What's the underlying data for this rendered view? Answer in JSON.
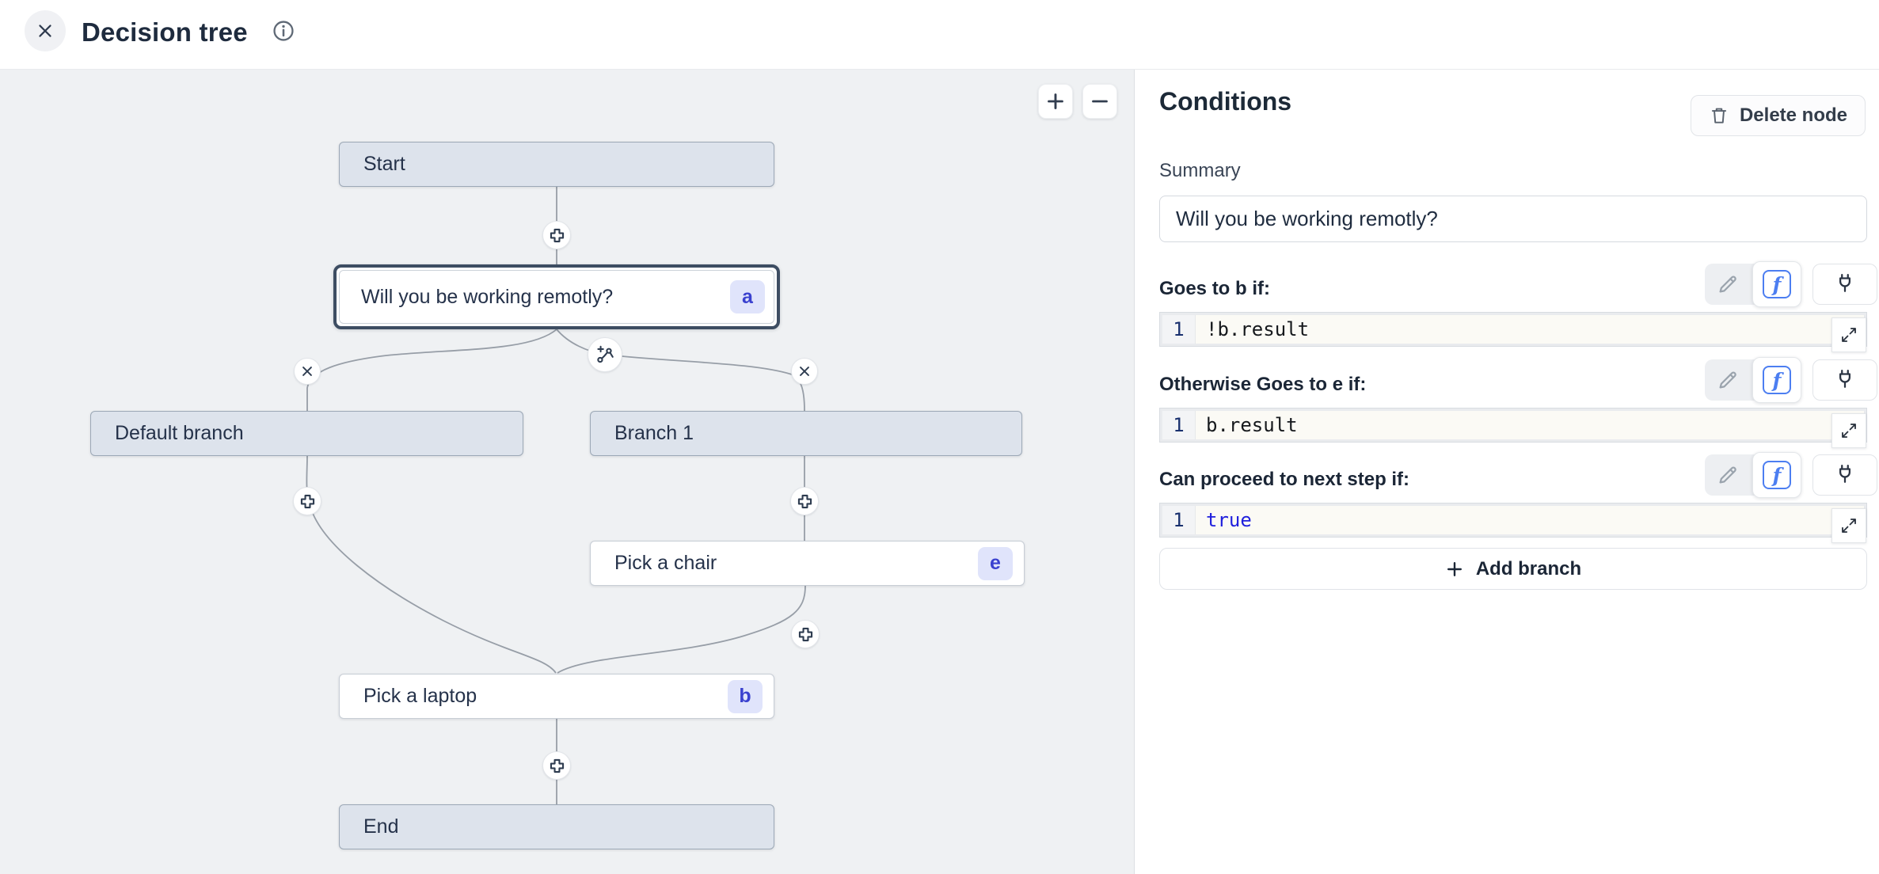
{
  "header": {
    "title": "Decision tree",
    "icons": {
      "close": "x-circle",
      "info": "info-circle"
    }
  },
  "canvas": {
    "zoom_in": "+",
    "zoom_out": "−",
    "nodes": [
      {
        "id": "start",
        "label": "Start",
        "badge": "",
        "style": "muted"
      },
      {
        "id": "question",
        "label": "Will you be working remotly?",
        "badge": "a",
        "style": "selected"
      },
      {
        "id": "default-branch",
        "label": "Default branch",
        "badge": "",
        "style": "muted"
      },
      {
        "id": "branch-1",
        "label": "Branch 1",
        "badge": "",
        "style": "muted"
      },
      {
        "id": "pick-chair",
        "label": "Pick a chair",
        "badge": "e",
        "style": "white"
      },
      {
        "id": "pick-laptop",
        "label": "Pick a laptop",
        "badge": "b",
        "style": "white"
      },
      {
        "id": "end",
        "label": "End",
        "badge": "",
        "style": "muted"
      }
    ],
    "connector_icons": {
      "add_node": "plus-circle",
      "delete_branch": "x-circle",
      "add_branch_split": "branch-plus-circle"
    }
  },
  "panel": {
    "title": "Conditions",
    "delete_button_label": "Delete node",
    "summary_label": "Summary",
    "summary_value": "Will you be working remotly?",
    "conditions": [
      {
        "label": "Goes to b if:",
        "line_number": "1",
        "code": "!b.result",
        "keyword": false
      },
      {
        "label": "Otherwise Goes to e if:",
        "line_number": "1",
        "code": "b.result",
        "keyword": false
      },
      {
        "label": "Can proceed to next step if:",
        "line_number": "1",
        "code": "true",
        "keyword": true
      }
    ],
    "condition_toolbar_icons": {
      "edit": "pencil",
      "function": "fx",
      "connect": "plug",
      "expand": "expand-arrows"
    },
    "add_branch_label": "Add branch"
  },
  "colors": {
    "canvas_bg": "#eff1f3",
    "node_muted_bg": "#dde3ec",
    "node_border": "#9ca8b6",
    "selected_border": "#3d4d62",
    "badge_bg": "#e0e4fb",
    "badge_text": "#3a41cf",
    "edge": "#979ea7",
    "accent_blue": "#4c7ef1",
    "code_keyword": "#2020dd",
    "code_bg": "#fbfaf5"
  }
}
